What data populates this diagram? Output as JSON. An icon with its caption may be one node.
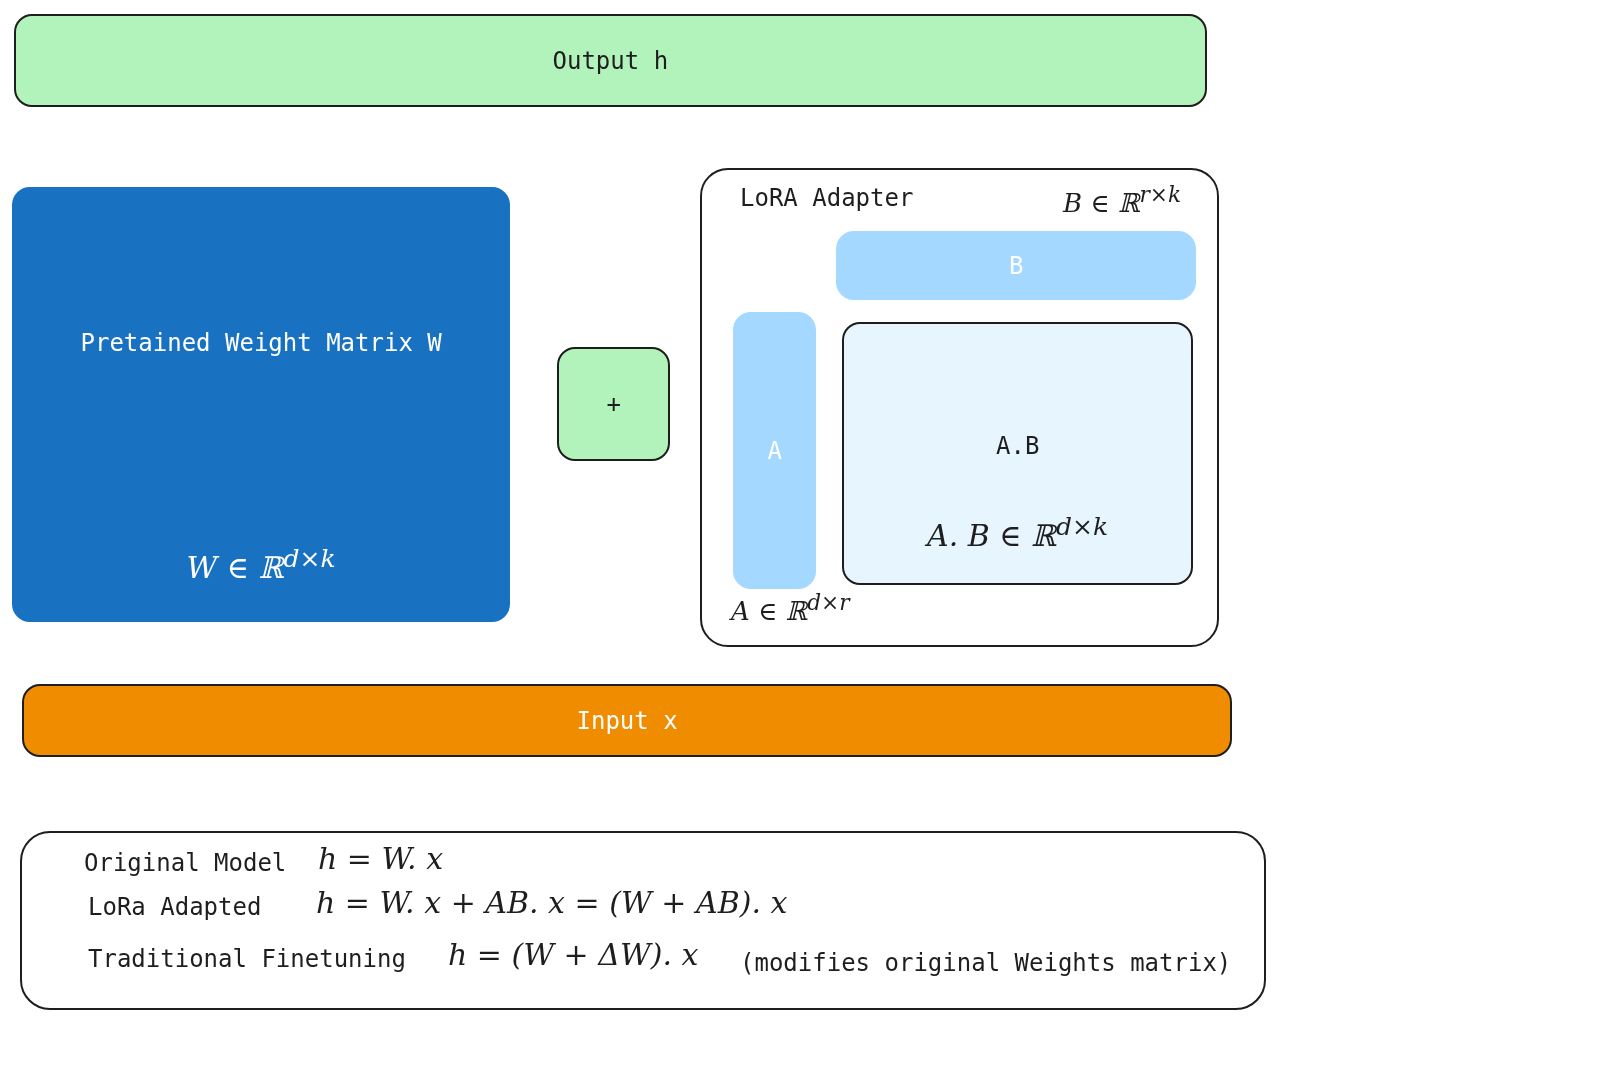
{
  "diagram": {
    "nodes": [
      {
        "text": [
          "Output h"
        ]
      },
      {
        "text": [
          "Pretained Weight Matrix W",
          "W ∈ ℝ$^{d×k}$"
        ]
      },
      {
        "text": [
          "+"
        ]
      },
      {
        "text": [
          "LoRA Adapter"
        ]
      },
      {
        "text": [
          "B"
        ],
        "in": 3,
        "beside": [
          "B ∈ ℝ$^{r×k}$"
        ]
      },
      {
        "text": [
          "A"
        ],
        "in": 3,
        "beside": [
          "A ∈ ℝ$^{d×r}$"
        ]
      },
      {
        "text": [
          "A.B",
          "A. B ∈ ℝ$^{d×k}$"
        ],
        "in": 3
      },
      {
        "text": [
          "Input x"
        ]
      },
      {
        "text": [
          "Original Model",
          "h = W. x",
          "LoRa Adapted",
          "h = W. x + AB. x = (W + AB). x",
          "Traditional Finetuning",
          "h = (W + ΔW). x",
          "(modifies original Weights matrix)"
        ]
      }
    ]
  }
}
